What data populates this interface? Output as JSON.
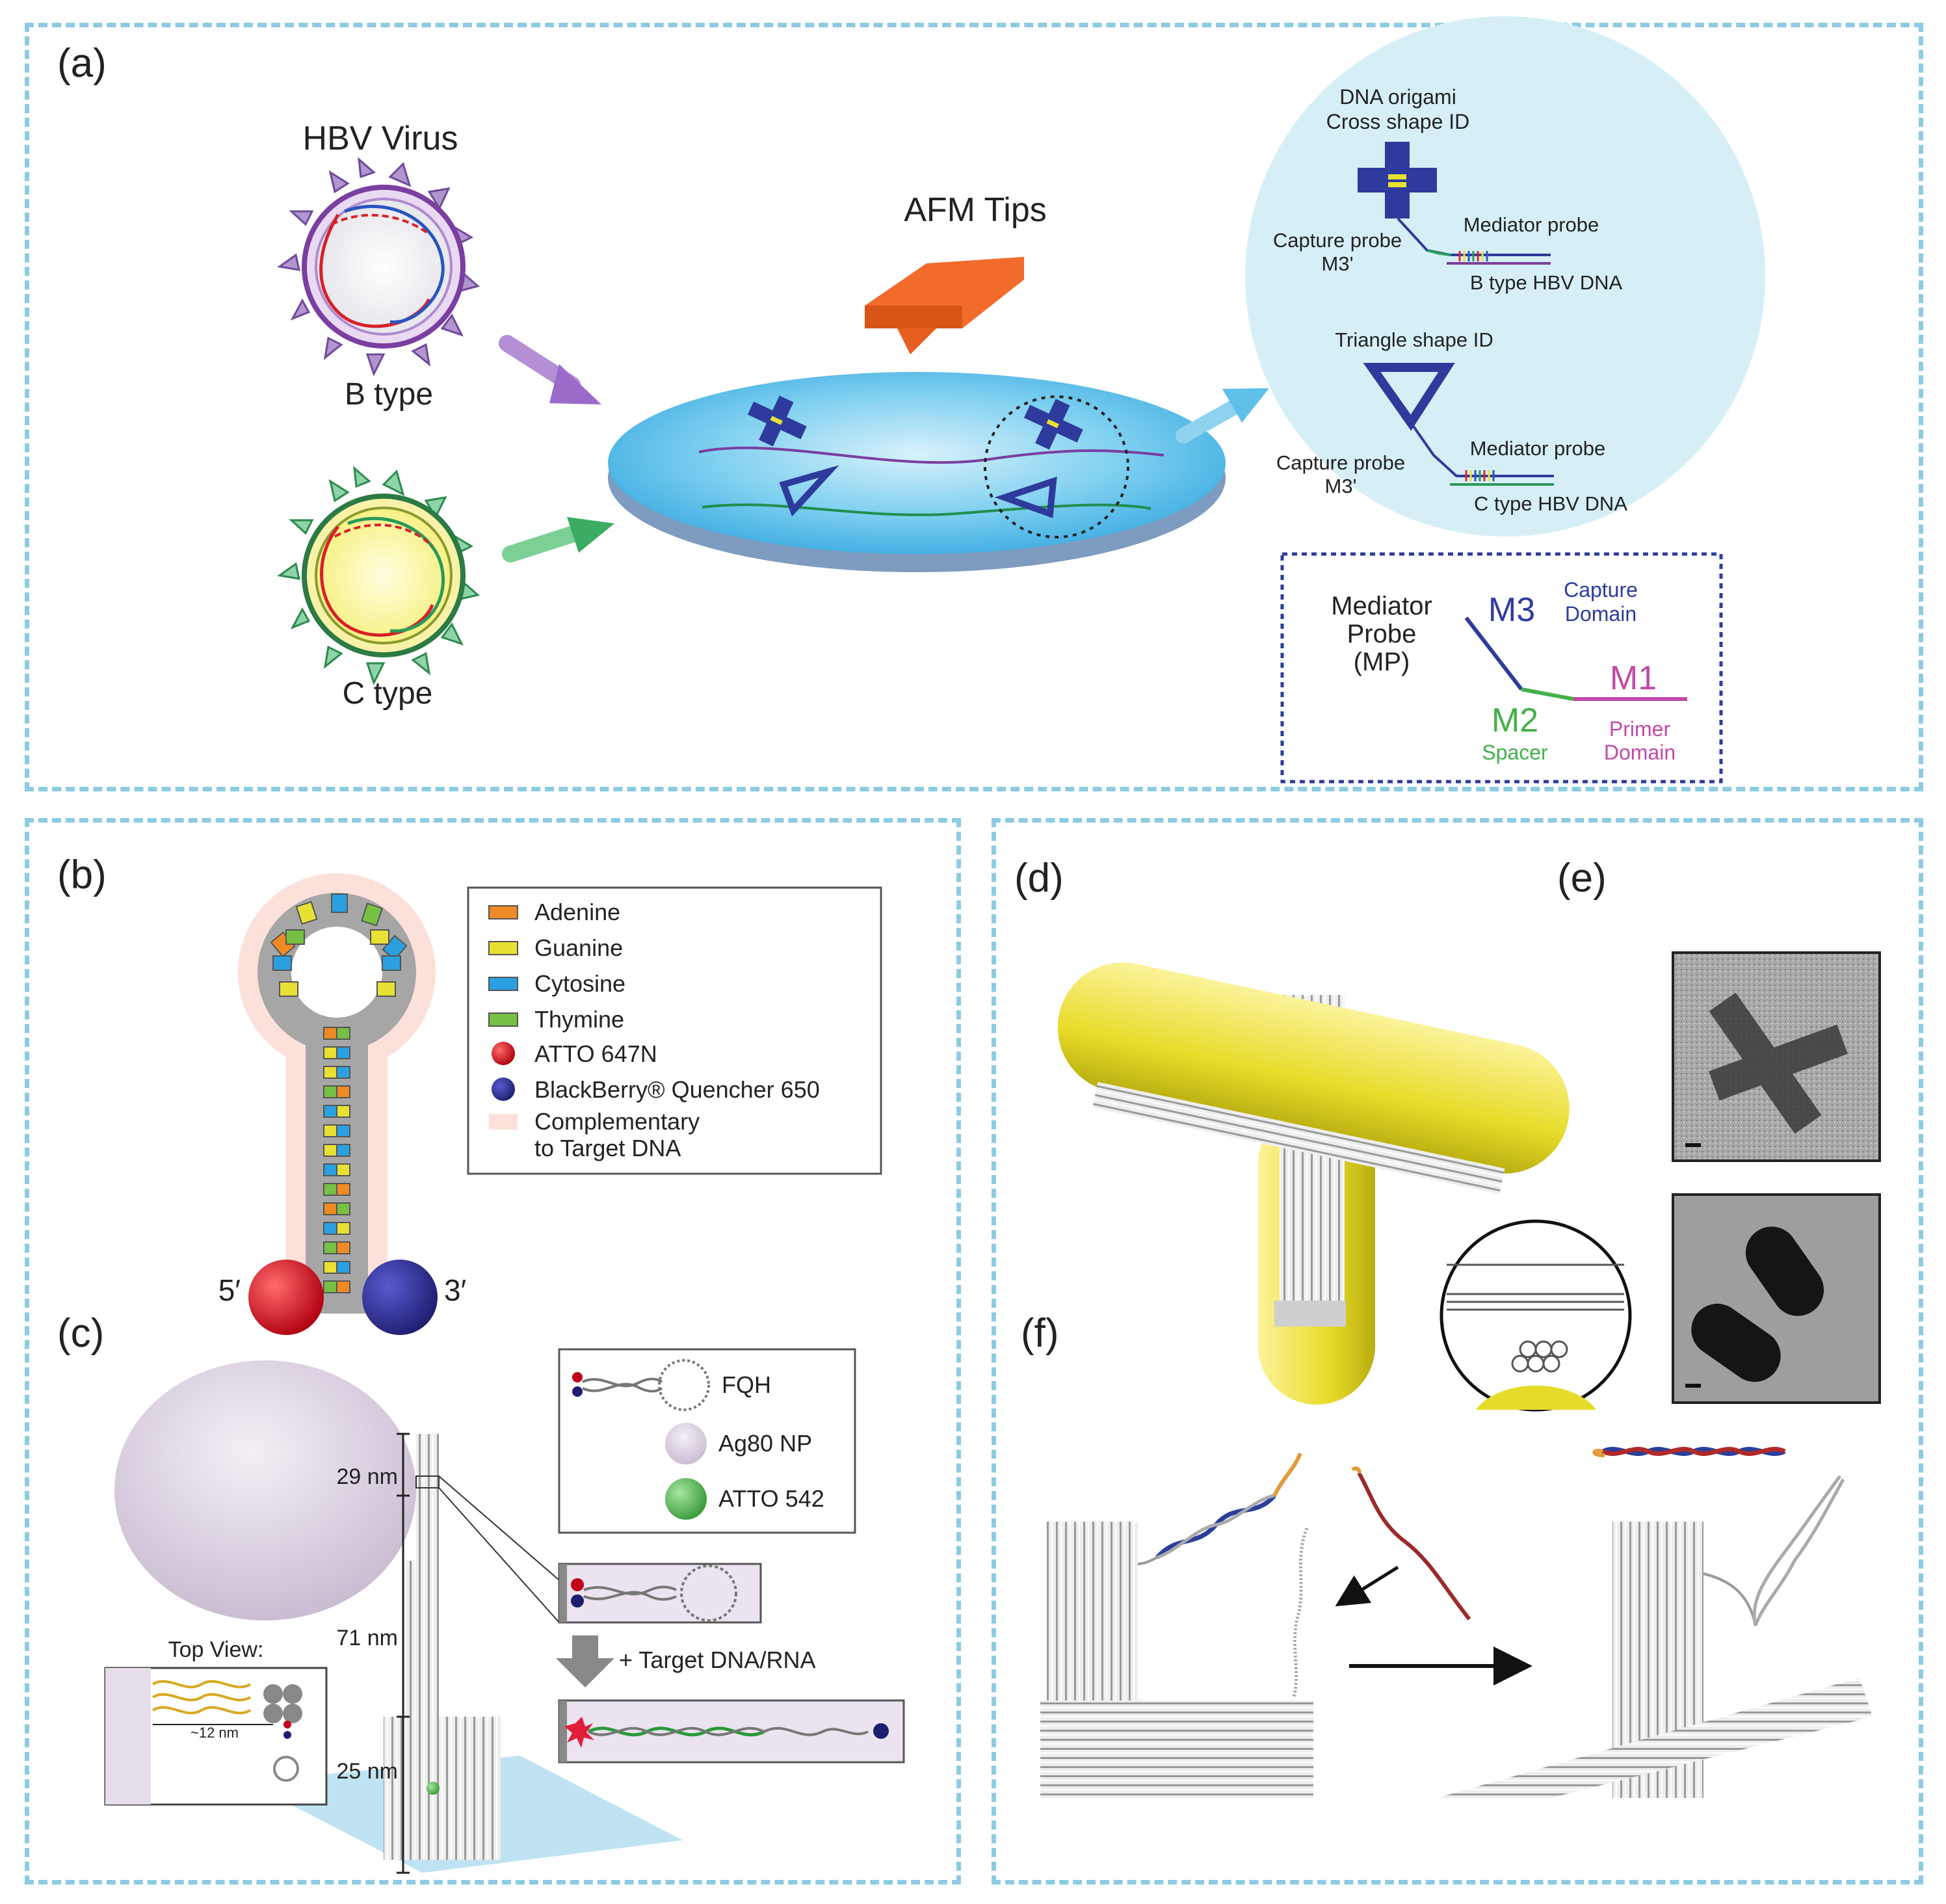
{
  "panels": {
    "a": "(a)",
    "b": "(b)",
    "c": "(c)",
    "d": "(d)",
    "e": "(e)",
    "f": "(f)"
  },
  "a": {
    "virus_title": "HBV Virus",
    "b_type": "B type",
    "c_type": "C type",
    "afm": "AFM Tips",
    "origami_l1": "DNA origami",
    "origami_l2": "Cross shape ID",
    "capture1_l1": "Capture probe",
    "capture1_l2": "M3'",
    "mediator1": "Mediator probe",
    "btype_dna": "B type HBV DNA",
    "triangle_id": "Triangle shape ID",
    "capture2_l1": "Capture probe",
    "capture2_l2": "M3'",
    "mediator2": "Mediator probe",
    "ctype_dna": "C type HBV DNA",
    "mp_l1": "Mediator",
    "mp_l2": "Probe",
    "mp_l3": "(MP)",
    "m3": "M3",
    "capture_dom_l1": "Capture",
    "capture_dom_l2": "Domain",
    "m1": "M1",
    "m2": "M2",
    "spacer": "Spacer",
    "primer_l1": "Primer",
    "primer_l2": "Domain"
  },
  "b": {
    "legend": [
      "Adenine",
      "Guanine",
      "Cytosine",
      "Thymine",
      "ATTO 647N",
      "BlackBerry® Quencher 650"
    ],
    "comp_l1": "Complementary",
    "comp_l2": "to Target DNA",
    "five": "5′",
    "three": "3′"
  },
  "c": {
    "d29": "29 nm",
    "d71": "71 nm",
    "d25": "25 nm",
    "top_view": "Top View:",
    "nm12": "~12 nm",
    "fqh": "FQH",
    "ag": "Ag80 NP",
    "atto": "ATTO 542",
    "target": "+ Target DNA/RNA"
  },
  "colors": {
    "panel_border": "#8ccbe3",
    "afm": "#f26b2a",
    "disc": "#5fc0ea",
    "purple": "#7a3fa0",
    "green": "#2c9a4e",
    "navy": "#2a3c8e",
    "gold": "#e8e033"
  }
}
